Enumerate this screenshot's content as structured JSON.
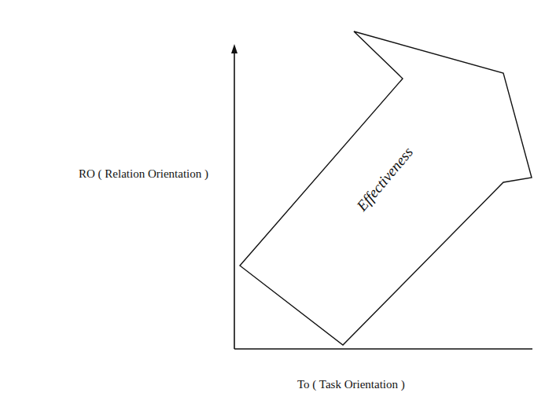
{
  "diagram": {
    "nodes": [
      {
        "text": [
          "Effectiveness"
        ]
      }
    ],
    "labels": [
      "RO ( Relation Orientation )",
      "To ( Task Orientation )"
    ]
  }
}
